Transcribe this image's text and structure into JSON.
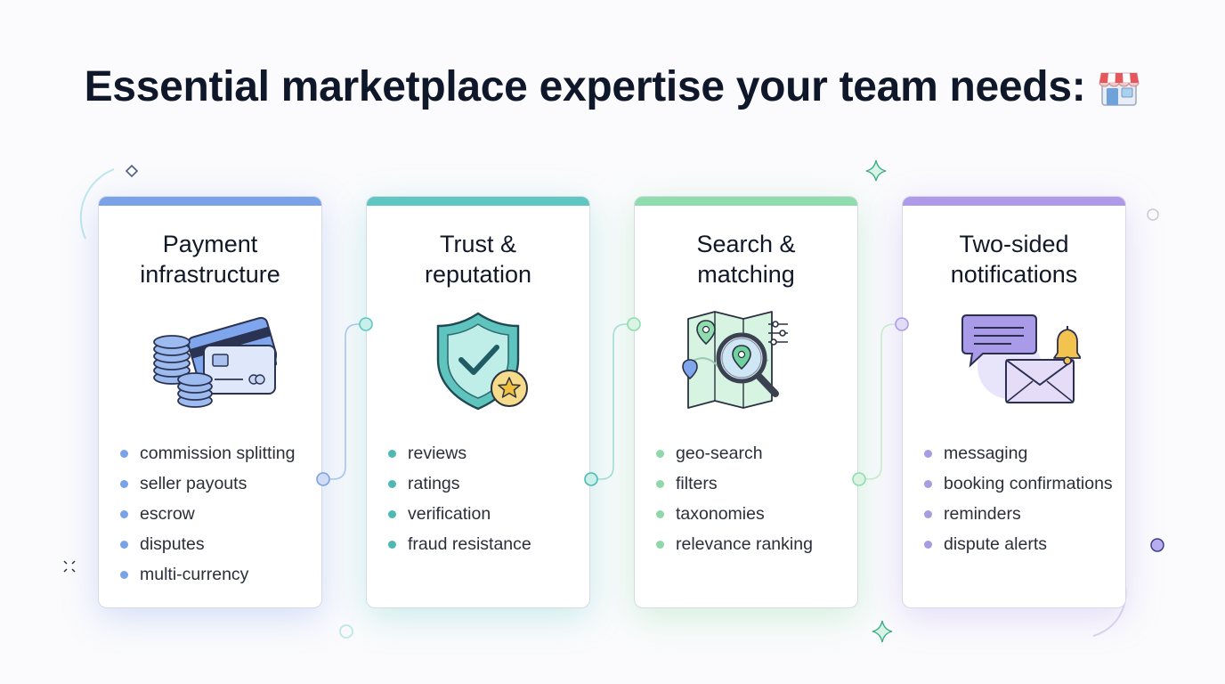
{
  "header": {
    "title": "Essential marketplace expertise your team needs:",
    "title_icon": "store-icon"
  },
  "cards": [
    {
      "title_line1": "Payment",
      "title_line2": "infrastructure",
      "accent": "#7aa2e8",
      "dot": "#7aa2e8",
      "icon": "credit-card-coins-icon",
      "items": [
        "commission splitting",
        "seller payouts",
        "escrow",
        "disputes",
        "multi-currency"
      ]
    },
    {
      "title_line1": "Trust &",
      "title_line2": "reputation",
      "accent": "#5ec7c2",
      "dot": "#4fb8b3",
      "icon": "shield-check-star-icon",
      "items": [
        "reviews",
        "ratings",
        "verification",
        "fraud resistance"
      ]
    },
    {
      "title_line1": "Search &",
      "title_line2": "matching",
      "accent": "#8fdcae",
      "dot": "#8ed8aa",
      "icon": "map-magnifier-icon",
      "items": [
        "geo-search",
        "filters",
        "taxonomies",
        "relevance ranking"
      ]
    },
    {
      "title_line1": "Two-sided",
      "title_line2": "notifications",
      "accent": "#ae9ae8",
      "dot": "#a99be0",
      "icon": "chat-envelope-bell-icon",
      "items": [
        "messaging",
        "booking confirmations",
        "reminders",
        "dispute alerts"
      ]
    }
  ]
}
